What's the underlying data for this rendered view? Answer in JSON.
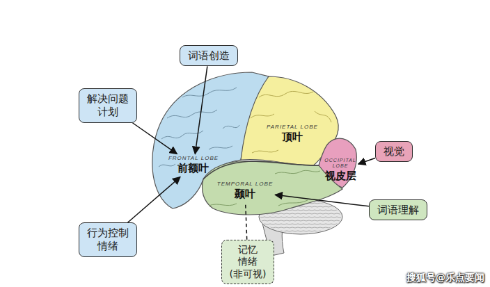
{
  "diagram": {
    "nodes": [
      {
        "text": [
          "词语创造"
        ]
      },
      {
        "text": [
          "解决问题 计划"
        ]
      },
      {
        "text": [
          "FRONTAL LOBE",
          "前额叶"
        ]
      },
      {
        "text": [
          "PARIETAL LOBE",
          "顶叶"
        ]
      },
      {
        "text": [
          "OCCIPITAL LOBE",
          "视皮层"
        ]
      },
      {
        "text": [
          "视觉"
        ]
      },
      {
        "text": [
          "TEMPORAL LOBE",
          "颞叶"
        ]
      },
      {
        "text": [
          "词语理解"
        ]
      },
      {
        "text": [
          "行为控制 情绪"
        ]
      },
      {
        "text": [
          "记忆 情绪 (非可视)"
        ]
      }
    ],
    "edges": [
      {
        "from": 0,
        "to": 2,
        "arrow": "to"
      },
      {
        "from": 1,
        "to": 2,
        "arrow": "to"
      },
      {
        "from": 8,
        "to": 2,
        "arrow": "to"
      },
      {
        "from": 5,
        "to": 4,
        "arrow": "to"
      },
      {
        "from": 7,
        "to": 6,
        "arrow": "to"
      },
      {
        "from": 9,
        "to": 6,
        "arrow": "none"
      }
    ],
    "labels": [
      "搜狐号@乐点要闻"
    ]
  }
}
